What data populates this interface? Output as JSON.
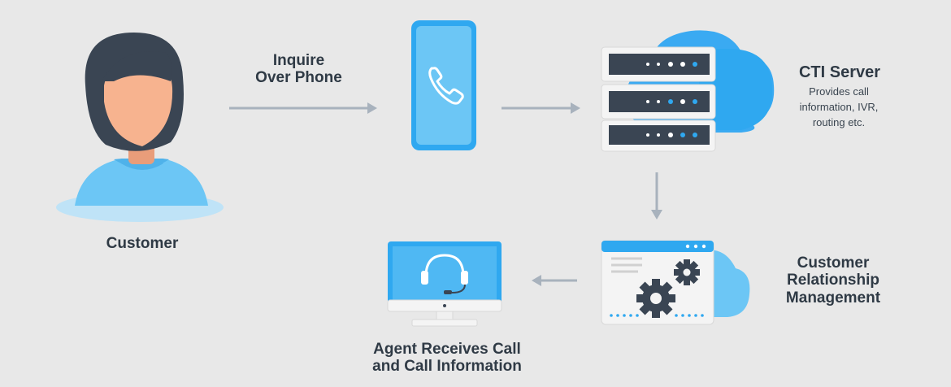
{
  "inquire": {
    "line1": "Inquire",
    "line2": "Over Phone"
  },
  "customer": {
    "label": "Customer"
  },
  "cti": {
    "title": "CTI Server",
    "desc_line1": "Provides call",
    "desc_line2": "information, IVR,",
    "desc_line3": "routing etc."
  },
  "crm": {
    "line1": "Customer",
    "line2": "Relationship",
    "line3": "Management"
  },
  "agent": {
    "line1": "Agent Receives Call",
    "line2": "and Call Information"
  },
  "colors": {
    "background": "#e8e8e8",
    "accent_blue": "#2fa8f0",
    "light_blue": "#6cc6f5",
    "dark": "#3a4553",
    "arrow": "#a8b2bd",
    "skin": "#f7b38f"
  }
}
